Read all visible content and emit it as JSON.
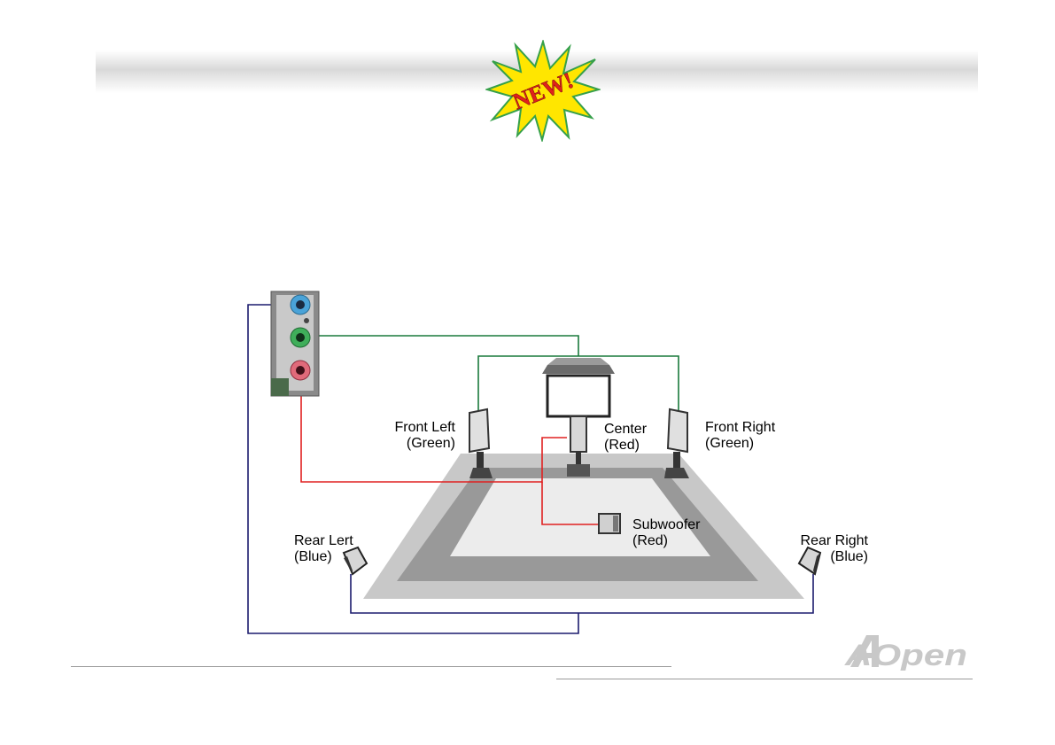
{
  "badge": {
    "text": "NEW!"
  },
  "brand": {
    "logo_text": "AOpen"
  },
  "speakers": {
    "front_left": {
      "name": "Front Left",
      "color": "(Green)"
    },
    "center": {
      "name": "Center",
      "color": "(Red)"
    },
    "front_right": {
      "name": "Front Right",
      "color": "(Green)"
    },
    "subwoofer": {
      "name": "Subwoofer",
      "color": "(Red)"
    },
    "rear_left": {
      "name": "Rear Lert",
      "color": "(Blue)"
    },
    "rear_right": {
      "name": "Rear Right",
      "color": "(Blue)"
    }
  },
  "wire_colors": {
    "green": "#1a7a3c",
    "red": "#e02020",
    "blue": "#1c1c6e"
  },
  "jack_colors": {
    "blue": "#4aa3d8",
    "green": "#3fae5a",
    "pink": "#e06a7a"
  }
}
